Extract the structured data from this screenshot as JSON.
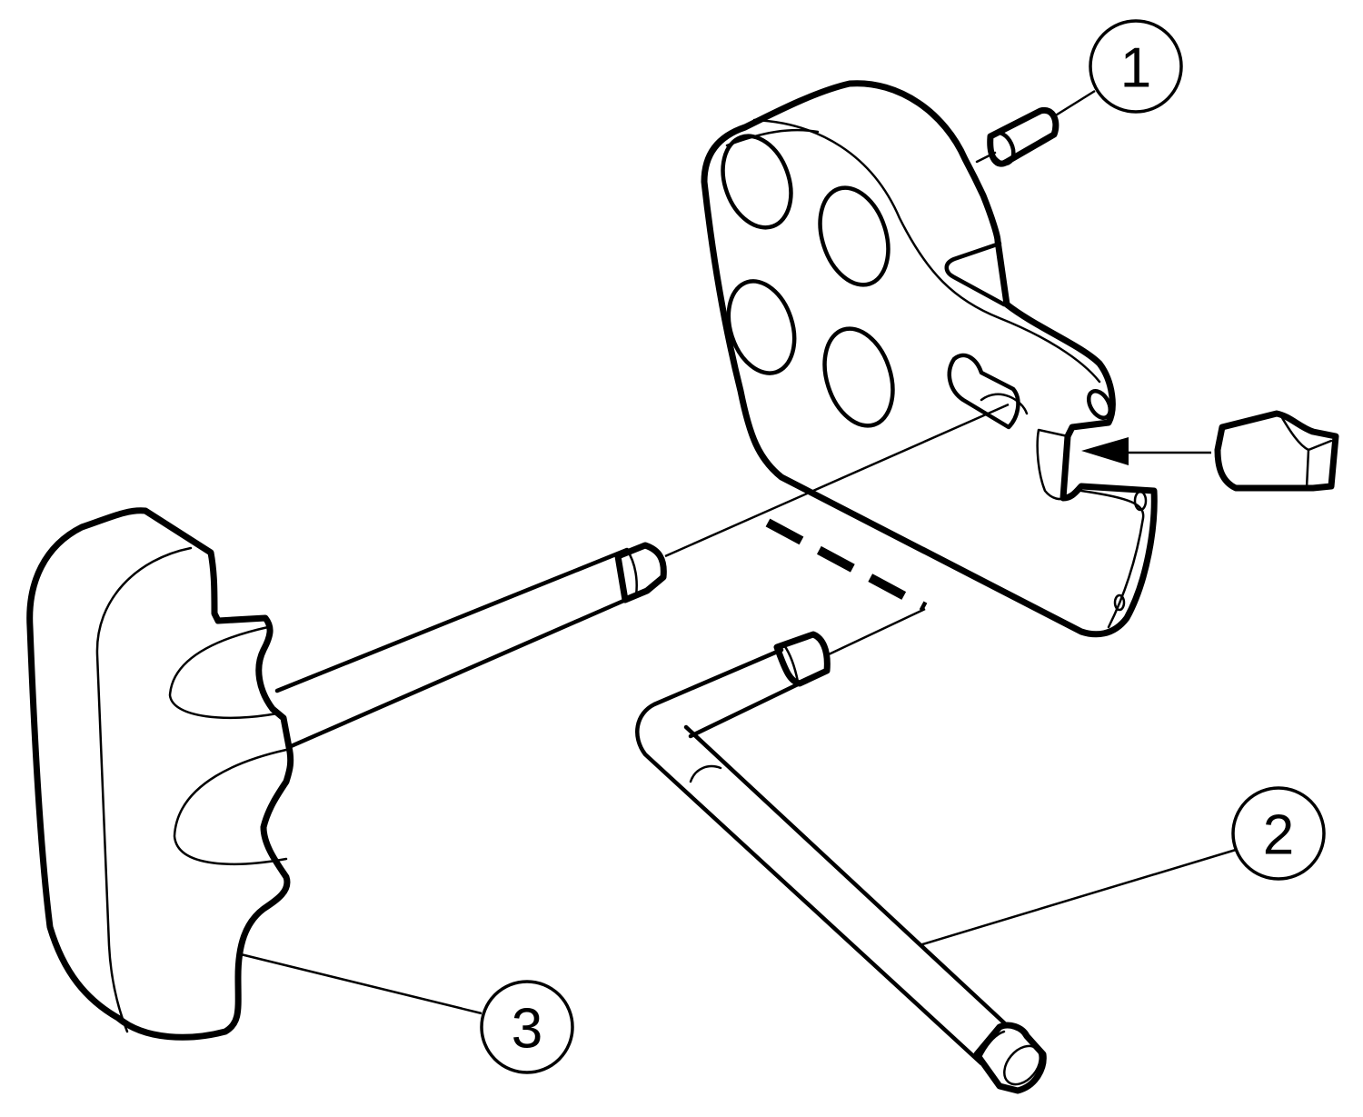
{
  "diagram": {
    "type": "exploded-assembly-drawing",
    "colors": {
      "line": "#000000",
      "background": "#ffffff"
    },
    "callouts": [
      {
        "id": "1",
        "label": "1",
        "target": "small cylindrical pin / screw"
      },
      {
        "id": "2",
        "label": "2",
        "target": "L-shaped hex key wrench"
      },
      {
        "id": "3",
        "label": "3",
        "target": "T-handle torque key"
      }
    ],
    "parts": [
      "tool-holder-body",
      "cutting-insert",
      "pin",
      "l-key",
      "t-handle-key"
    ],
    "annotations": [
      {
        "type": "arrow",
        "description": "insert insertion direction"
      },
      {
        "type": "dashed-line",
        "description": "alternative tool path"
      }
    ]
  }
}
